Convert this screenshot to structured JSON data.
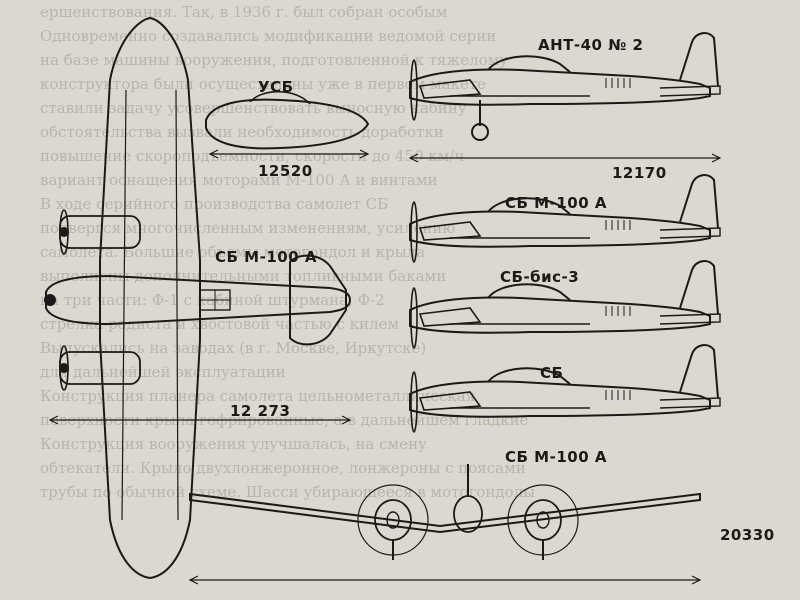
{
  "labels": {
    "top_plan": "СБ М-100 А",
    "nose_usb": "УСБ",
    "ant40": "АНТ-40 № 2",
    "side2": "СБ М-100 А",
    "side3": "СБ-бис-3",
    "side4": "СБ",
    "side5": "СБ М-100 А"
  },
  "dimensions": {
    "usb_length": "12520",
    "ant40_length": "12170",
    "top_length": "12 273",
    "wingspan": "20330"
  },
  "background_text": [
    "ершенствования. Так, в 1936 г. был собран особым",
    "Одновременно создавались модификации ведомой серии",
    "на базе машины вооружения, подготовленной к тяжелому",
    "конструктора были осуществлены уже в первом макете",
    "ставили задачу усовершенствовать выносную кабину",
    "обстоятельства вызвали необходимость доработки",
    "повышение скороподъемности, скорости до 450 км/ч",
    "вариант оснащения моторами М-100 А и винтами",
    "В ходе серийного производства самолет СБ",
    "подвергся многочисленным изменениям, усилению",
    "самолета. Большие объемы мотогондол и крыла",
    "выполнены дополнительными топливными баками",
    "на три части: Ф-1 с кабиной штурмана, Ф-2",
    "стрелка-радиста и хвостовой частью с килем",
    "Выпускались на заводах (в г. Москве, Иркутске)",
    "для дальнейшей эксплуатации",
    "Конструкция планера самолета цельнометаллическая",
    "поверхности крыла гофрированные, а в дальнейшем гладкие",
    "Конструкция вооружения улучшалась, на смену",
    "обтекатели. Крыло двухлонжеронное, лонжероны с поясами",
    "трубы по обычной схеме. Шасси убирающееся в мотогондолы"
  ]
}
